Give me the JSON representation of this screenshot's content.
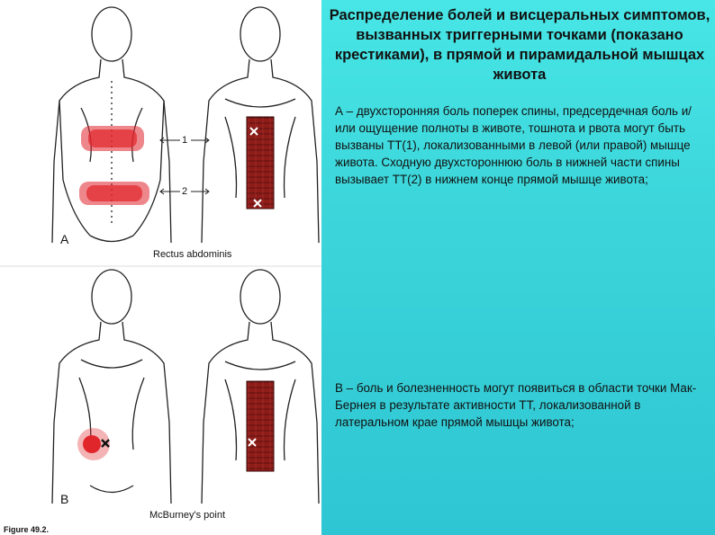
{
  "figure": {
    "label_a": "A",
    "label_b": "B",
    "ref_1": "1",
    "ref_2": "2",
    "caption_top": "Rectus abdominis",
    "caption_bottom": "McBurney's point",
    "figure_number": "Figure 49.2."
  },
  "colors": {
    "background": "#3bd5da",
    "pain_red": "#e0252b",
    "muscle": "#8e1d1a"
  },
  "title": "Распределение болей и висцеральных симптомов, вызванных триггерными точками (показано крестиками), в прямой и пирамидальной мышцах живота",
  "paragraph_a": "А – двухсторонняя боль поперек спины, предсердечная боль и/или ощущение полноты в животе, тошнота и рвота могут быть вызваны ТТ(1), локализованными в левой (или правой) мышце живота. Сходную двухстороннюю боль в нижней части спины вызывает ТТ(2) в нижнем конце прямой мышце живота;",
  "paragraph_b": "В – боль и болезненность могут появиться в области точки Мак-Бернея в результате активности ТТ, локализованной в латеральном крае прямой мышцы живота;"
}
